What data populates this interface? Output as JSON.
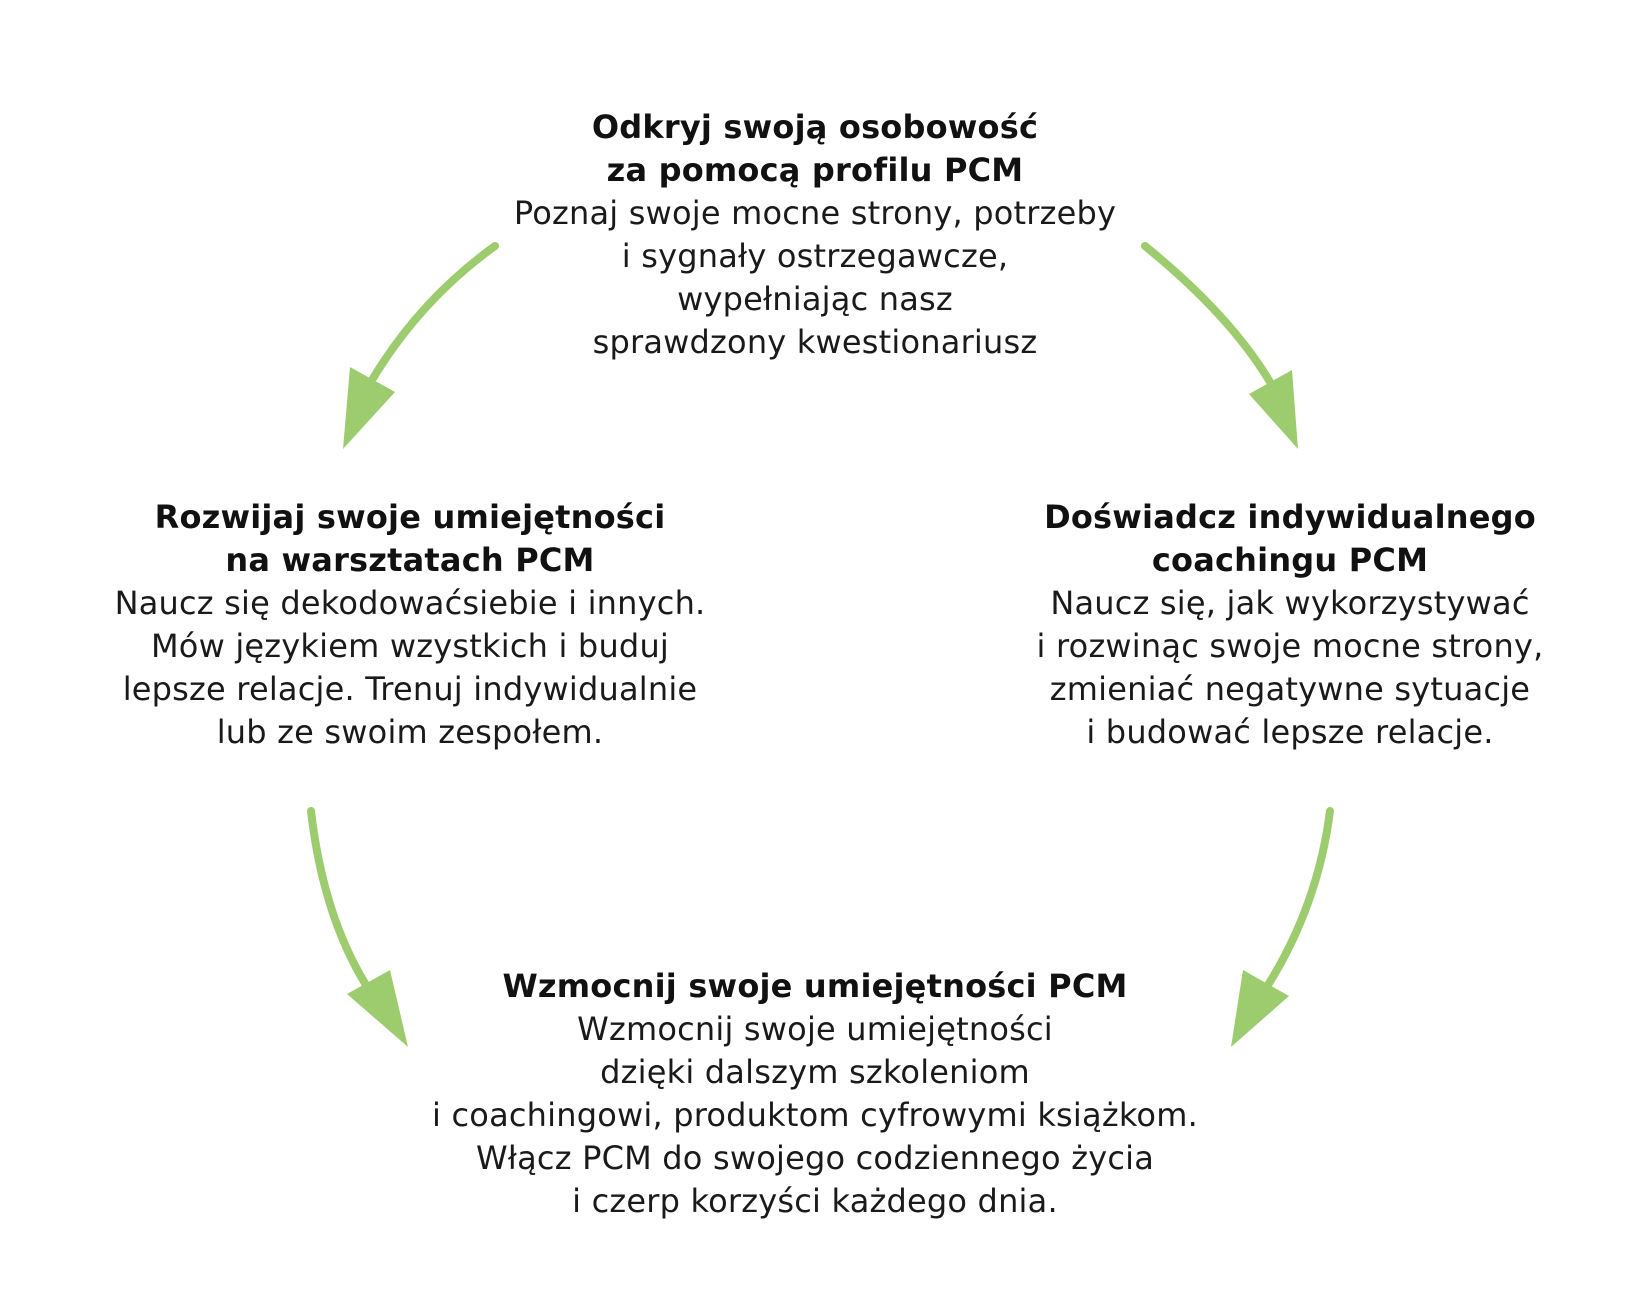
{
  "colors": {
    "arrow": "#9ccc6e",
    "text": "#1a1a1a"
  },
  "diagram": {
    "type": "cycle",
    "nodes": {
      "top": {
        "title_lines": [
          "Odkryj swoją osobowość",
          "za pomocą profilu PCM"
        ],
        "body_lines": [
          "Poznaj swoje mocne strony, potrzeby",
          "i sygnały ostrzegawcze,",
          "wypełniając nasz",
          "sprawdzony kwestionariusz"
        ]
      },
      "left": {
        "title_lines": [
          "Rozwijaj swoje umiejętności",
          "na warsztatach PCM"
        ],
        "body_lines": [
          "Naucz się dekodowaćsiebie i innych.",
          "Mów językiem wzystkich i buduj",
          "lepsze relacje. Trenuj indywidualnie",
          "lub ze swoim zespołem."
        ]
      },
      "right": {
        "title_lines": [
          "Doświadcz indywidualnego",
          "coachingu PCM"
        ],
        "body_lines": [
          "Naucz się, jak wykorzystywać",
          "i rozwinąc swoje mocne strony,",
          "zmieniać negatywne sytuacje",
          "i budować lepsze relacje."
        ]
      },
      "bottom": {
        "title_lines": [
          "Wzmocnij swoje umiejętności PCM"
        ],
        "body_lines": [
          "Wzmocnij swoje umiejętności",
          "dzięki dalszym szkoleniom",
          "i coachingowi, produktom cyfrowymi książkom.",
          "Włącz PCM do swojego codziennego życia",
          "i czerp korzyści każdego dnia."
        ]
      }
    },
    "arrows": [
      {
        "from": "top",
        "to": "left",
        "icon": "curved-arrow-icon"
      },
      {
        "from": "top",
        "to": "right",
        "icon": "curved-arrow-icon"
      },
      {
        "from": "left",
        "to": "bottom",
        "icon": "curved-arrow-icon"
      },
      {
        "from": "right",
        "to": "bottom",
        "icon": "curved-arrow-icon"
      }
    ]
  }
}
